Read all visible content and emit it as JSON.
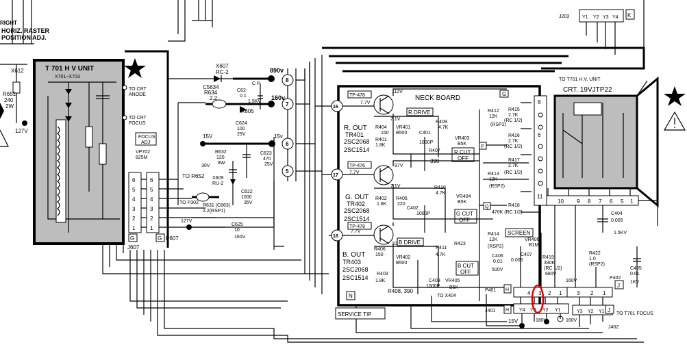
{
  "labels": {
    "right": "RIGHT",
    "horiz_raster_1": "HORIZ. RASTER",
    "horiz_raster_2": "POSITION ADJ.",
    "x612": "X612",
    "r651_1": "R651",
    "r651_2": "240",
    "r651_3": "2W",
    "v127": "127V",
    "t701_title": "T 701  H V UNIT",
    "t701_sub": "X701~X703",
    "to_crt_anode_1": "TO CRT",
    "to_crt_anode_2": "ANODE",
    "to_crt_focus_1": "TO CRT",
    "to_crt_focus_2": "FOCUS",
    "focus_adj_1": "FOCUS",
    "focus_adj_2": "ADJ",
    "vp702_1": "VP702",
    "vp702_2": "825M",
    "j607": "J607",
    "p607": "P607",
    "x607_1": "X607",
    "x607_2": "RC-2",
    "c5634": "C5634",
    "r634_1": "R634",
    "r634_2": "2.2",
    "c621_1": "C P",
    "c621_2": "C62-",
    "c621_3": "0.1",
    "c621_4": "1.5KV",
    "x605": "X605",
    "v890": "890v",
    "v160": "160v",
    "v15_a": "15V",
    "v15_b": "15v",
    "c624_1": "C624",
    "c624_2": "100",
    "c624_3": "25V",
    "r632_1": "R632",
    "r632_2": "120",
    "r632_3": "8W",
    "v30": "30V",
    "c623_1": "C623",
    "c623_2": "470",
    "c623_3": "25V",
    "to_r652": "TO R652",
    "x609_1": "X609",
    "x609_2": "RU-2",
    "c622_1": "C622",
    "c622_2": "1000",
    "c622_3": "35V",
    "to_p302": "TO P302",
    "r631": "R631 (C863)",
    "r631_2": "2.2(RSP1)",
    "v127_b": "127V",
    "c625_1": "C625",
    "c625_2": "10",
    "c625_3": "160V",
    "neck_board": "NECK BOARD",
    "tp478_a": "TP-478",
    "tp476": "TP-476",
    "tp478_b": "TP-478",
    "v112": "112V",
    "v77_a": "7.7V",
    "v77_b": "7.7V",
    "v77_c": "7.7V",
    "v71_a": "7.1V",
    "v71_b": "7.1V",
    "v97": "97V",
    "v103": "103V",
    "r_drive": "R DRIVE",
    "b_drive": "B DRIVE",
    "r_out_1": "R. OUT",
    "r_out_2": "TR401",
    "r_out_3": "2SC2068",
    "r_out_4": "2SC1514",
    "g_out_1": "G. OUT",
    "g_out_2": "TR402",
    "g_out_3": "2SC2068",
    "g_out_4": "2SC1514",
    "b_out_1": "B. OUT",
    "b_out_2": "TR403",
    "b_out_3": "2SC2068",
    "b_out_4": "2SC1514",
    "r404": "R404",
    "r404_v": "150",
    "r401": "R401",
    "r401_v": "1.8K",
    "vr401": "VR401",
    "vr401_v": "B500",
    "c401": "C401",
    "c401_v": "1000P",
    "r409": "R409",
    "r409_v": "4.7K",
    "vr403": "VR403",
    "vr403_v": "B5K",
    "r407": "R407",
    "r407_v": "390",
    "r_cut_1": "R CUT",
    "r_cut_2": "OFF",
    "r402": "R402",
    "r402_v": "1.8K",
    "r405": "R405",
    "r405_v": "220",
    "c402": "C402",
    "c402_v": "1000P",
    "r410": "R410",
    "r410_v": "4.7K",
    "vr404": "VR404",
    "vr404_v": "B5K",
    "g_cut_1": "G CUT",
    "g_cut_2": "OFF",
    "r406": "R406",
    "r406_v": "150",
    "vr402": "VR402",
    "vr402_v": "B500",
    "r403": "R403",
    "r403_v": "1.8K",
    "r411": "R411",
    "r411_v": "4.7K",
    "r423": "R423",
    "c403": "C403",
    "c403_v": "1000P",
    "vr405": "VR405",
    "vr405_v": "B5K",
    "r408": "R408, 390",
    "b_cut_1": "B CUT",
    "b_cut_2": "OFF",
    "r412_1": "R412",
    "r412_2": "12K",
    "r412_3": "(RSP2)",
    "r415_1": "R415",
    "r415_2": "2.7K",
    "r415_3": "(RC 1/2)",
    "r416_1": "R416",
    "r416_2": "2.7K",
    "r416_3": "(RC 1/2)",
    "r417_1": "R417",
    "r417_2": "2.7K",
    "r417_3": "(RC 1/2)",
    "r413_1": "R413",
    "r413_2": "12K",
    "r413_3": "(RSP2)",
    "r418_1": "R418",
    "r418_2": "470K (RC 1/2)",
    "r414_1": "R414",
    "r414_2": "12K",
    "r414_3": "(RSP2)",
    "screen": "SCREEN",
    "vr406_1": "VR406",
    "vr406_2": "B1M",
    "c406_1": "C406",
    "c406_2": "0.01",
    "c406_3": "500V",
    "c407_1": "C407",
    "c407_2": "0.005",
    "r419_1": "R419",
    "r419_2": "330K",
    "r419_3": "(RC 1/2)",
    "r419_4": "680V",
    "r422_1": "R422",
    "r422_2": "1.0",
    "r422_3": "(RSP2)",
    "v160_b": "160V",
    "c404_1": "C404",
    "c404_2": "0.005",
    "c404_3": "1.5KV",
    "c405_1": "C405",
    "c405_2": "0.01",
    "c405_3": "1KV",
    "p402": "P402",
    "j402": "J402",
    "p401": "P401",
    "j401": "J401",
    "to_x404": "TO X404",
    "service_tip": "SERVICE TIP",
    "n_tag": "N",
    "g_tag": "G",
    "h_tag": "H",
    "j_tag": "J",
    "k_tag": "K",
    "j203": "J203",
    "to_t701": "TO T701 H.V. UNIT",
    "crt": "CRT. 19VJTP22",
    "to_t701_focus": "TO T701 FOCUS",
    "v15_c": "15V",
    "v180": "180V",
    "v160_c": "160V"
  }
}
